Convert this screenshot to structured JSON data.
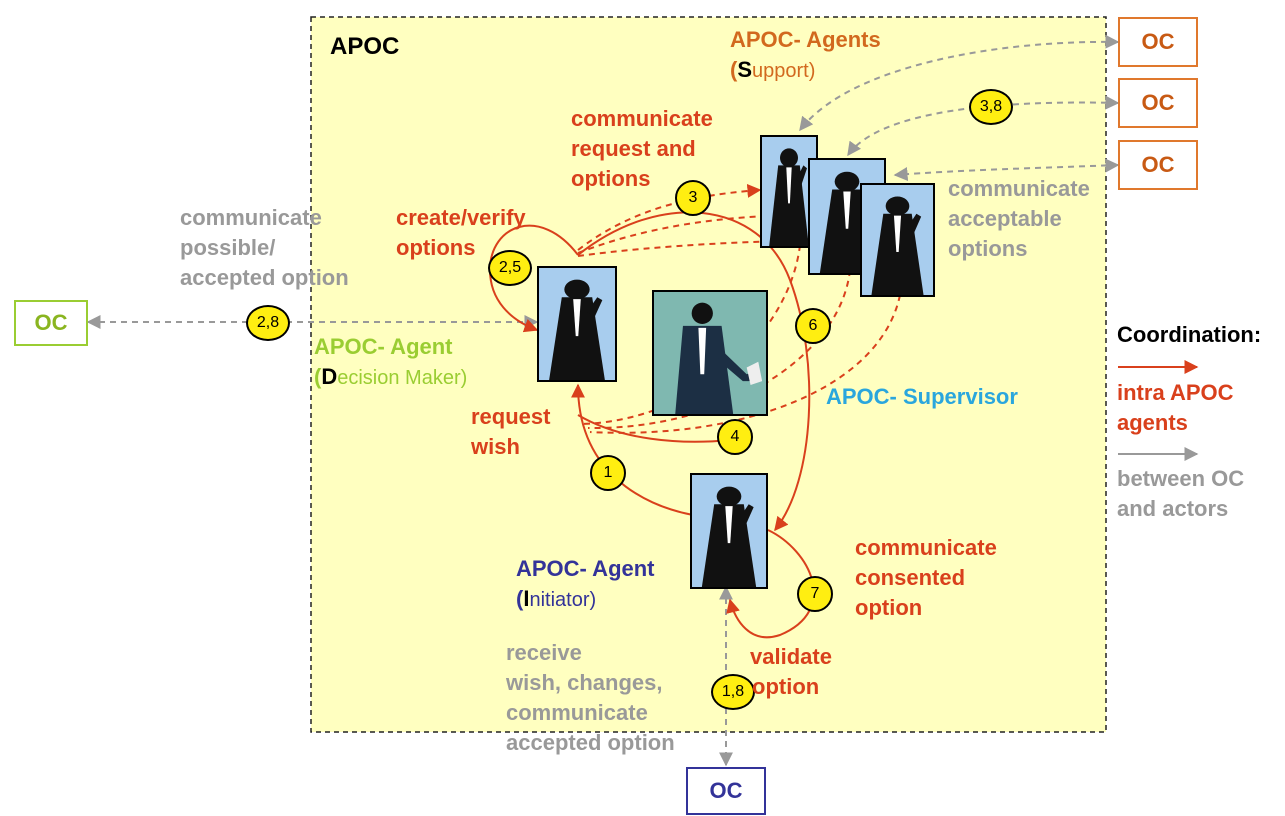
{
  "title": "APOC",
  "colors": {
    "apoc_fill": "#ffffc0",
    "red": "#d9401c",
    "gray": "#999999",
    "green": "#9acd32",
    "orange": "#d2691e",
    "navy": "#333399",
    "cyan": "#2aa6dd",
    "badge": "#ffee11"
  },
  "oc_boxes": [
    {
      "id": "oc_right_1",
      "label": "OC"
    },
    {
      "id": "oc_right_2",
      "label": "OC"
    },
    {
      "id": "oc_right_3",
      "label": "OC"
    },
    {
      "id": "oc_left",
      "label": "OC"
    },
    {
      "id": "oc_bottom",
      "label": "OC"
    }
  ],
  "badges": {
    "b1": "1",
    "b3": "3",
    "b4": "4",
    "b6": "6",
    "b7": "7",
    "b25": "2,5",
    "b28": "2,8",
    "b38": "3,8",
    "b18": "1,8"
  },
  "roles": {
    "support": {
      "name": "APOC- Agents",
      "paren_open": "(",
      "initial": "S",
      "rest": "upport)"
    },
    "decision": {
      "name": "APOC- Agent",
      "paren_open": "(",
      "initial": "D",
      "rest": "ecision Maker)"
    },
    "initiator": {
      "name": "APOC- Agent",
      "paren_open": "(",
      "initial": "I",
      "rest": "nitiator)"
    },
    "supervisor": {
      "name": "APOC- Supervisor"
    }
  },
  "labels": {
    "communicate_request": [
      "communicate",
      "request and",
      "options"
    ],
    "create_verify": [
      "create/verify",
      "options"
    ],
    "communicate_possible": [
      "communicate",
      "possible/",
      "accepted option"
    ],
    "communicate_acceptable": [
      "communicate",
      "acceptable",
      "options"
    ],
    "request_wish": [
      "request",
      "wish"
    ],
    "communicate_consented": [
      "communicate",
      "consented",
      "option"
    ],
    "validate_option": [
      "validate",
      "option"
    ],
    "receive_wish": [
      "receive",
      "wish, changes,",
      "communicate",
      "accepted option"
    ]
  },
  "legend": {
    "title": "Coordination:",
    "intra": [
      "intra APOC",
      "agents"
    ],
    "between": [
      "between OC",
      "and actors"
    ]
  }
}
